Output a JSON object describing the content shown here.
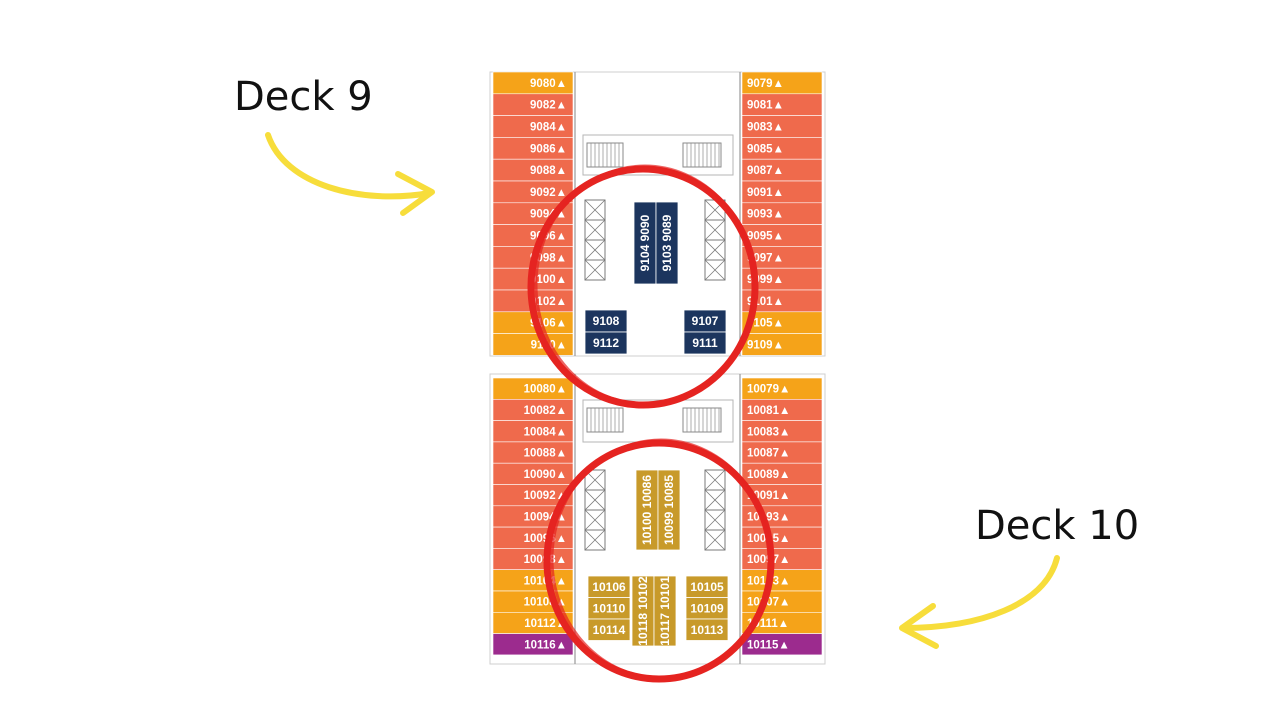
{
  "annotations": {
    "deck9": "Deck 9",
    "deck10": "Deck 10"
  },
  "colors": {
    "coral": "#ef6a4c",
    "gold": "#f5a319",
    "purple": "#9c2b8e",
    "navy": "#1c355e",
    "mustard": "#c89a2a",
    "highlight_red": "#e52421",
    "arrow_yellow": "#f7dd3b"
  },
  "deck9": {
    "left_cabins": [
      {
        "num": "9080",
        "cat": "gold"
      },
      {
        "num": "9082",
        "cat": "coral"
      },
      {
        "num": "9084",
        "cat": "coral"
      },
      {
        "num": "9086",
        "cat": "coral"
      },
      {
        "num": "9088",
        "cat": "coral"
      },
      {
        "num": "9092",
        "cat": "coral"
      },
      {
        "num": "9094",
        "cat": "coral"
      },
      {
        "num": "9096",
        "cat": "coral"
      },
      {
        "num": "9098",
        "cat": "coral"
      },
      {
        "num": "9100",
        "cat": "coral"
      },
      {
        "num": "9102",
        "cat": "coral"
      },
      {
        "num": "9106",
        "cat": "gold"
      },
      {
        "num": "9110",
        "cat": "gold"
      }
    ],
    "right_cabins": [
      {
        "num": "9079",
        "cat": "gold"
      },
      {
        "num": "9081",
        "cat": "coral"
      },
      {
        "num": "9083",
        "cat": "coral"
      },
      {
        "num": "9085",
        "cat": "coral"
      },
      {
        "num": "9087",
        "cat": "coral"
      },
      {
        "num": "9091",
        "cat": "coral"
      },
      {
        "num": "9093",
        "cat": "coral"
      },
      {
        "num": "9095",
        "cat": "coral"
      },
      {
        "num": "9097",
        "cat": "coral"
      },
      {
        "num": "9099",
        "cat": "coral"
      },
      {
        "num": "9101",
        "cat": "coral"
      },
      {
        "num": "9105",
        "cat": "gold"
      },
      {
        "num": "9109",
        "cat": "gold"
      }
    ],
    "center_vertical": [
      "9104 9090",
      "9103 9089"
    ],
    "center_left": [
      "9108",
      "9112"
    ],
    "center_right": [
      "9107",
      "9111"
    ]
  },
  "deck10": {
    "left_cabins": [
      {
        "num": "10080",
        "cat": "gold"
      },
      {
        "num": "10082",
        "cat": "coral"
      },
      {
        "num": "10084",
        "cat": "coral"
      },
      {
        "num": "10088",
        "cat": "coral"
      },
      {
        "num": "10090",
        "cat": "coral"
      },
      {
        "num": "10092",
        "cat": "coral"
      },
      {
        "num": "10094",
        "cat": "coral"
      },
      {
        "num": "10096",
        "cat": "coral"
      },
      {
        "num": "10098",
        "cat": "coral"
      },
      {
        "num": "10104",
        "cat": "gold"
      },
      {
        "num": "10108",
        "cat": "gold"
      },
      {
        "num": "10112",
        "cat": "gold"
      },
      {
        "num": "10116",
        "cat": "purple"
      }
    ],
    "right_cabins": [
      {
        "num": "10079",
        "cat": "gold"
      },
      {
        "num": "10081",
        "cat": "coral"
      },
      {
        "num": "10083",
        "cat": "coral"
      },
      {
        "num": "10087",
        "cat": "coral"
      },
      {
        "num": "10089",
        "cat": "coral"
      },
      {
        "num": "10091",
        "cat": "coral"
      },
      {
        "num": "10093",
        "cat": "coral"
      },
      {
        "num": "10095",
        "cat": "coral"
      },
      {
        "num": "10097",
        "cat": "coral"
      },
      {
        "num": "10103",
        "cat": "gold"
      },
      {
        "num": "10107",
        "cat": "gold"
      },
      {
        "num": "10111",
        "cat": "gold"
      },
      {
        "num": "10115",
        "cat": "purple"
      }
    ],
    "center_vertical": [
      "10100 10086",
      "10099 10085"
    ],
    "center_vertical_lower": [
      "10118 10102",
      "10117 10101"
    ],
    "center_left": [
      "10106",
      "10110",
      "10114"
    ],
    "center_right": [
      "10105",
      "10109",
      "10113"
    ]
  }
}
